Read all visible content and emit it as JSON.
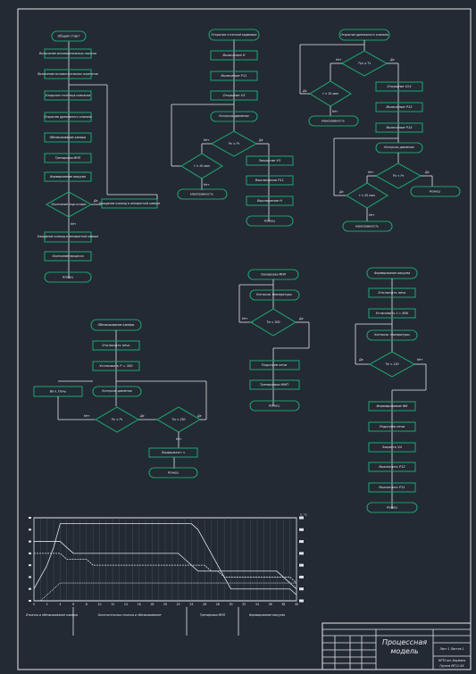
{
  "flowcharts": {
    "c1": {
      "start": "Общий старт",
      "s1": "Включение вспомогательных насосов",
      "s2": "Включение вспомогательных агрегатов",
      "s3": "Открытие отсечных клапанов",
      "s4": "Открытие дренажного клапана",
      "s5": "Обезвоживание камеры",
      "s6": "Тренировка МНП",
      "s7": "Формирование вакуума",
      "dec": "Окончание подготовки",
      "yes": "Да",
      "no": "Нет",
      "side": "Ожидание команд в аппаратной камере",
      "s8": "Ожидание команд в аппаратной камере",
      "s9": "Окончание процесса",
      "end": "Конец"
    },
    "c2": {
      "start": "Открытие отсечной задвижки",
      "s1": "Включение Н",
      "s2": "Включение Р11",
      "s3": "Открытие V3",
      "s4": "Контроль давления",
      "dec": "Pк < Pз",
      "yes": "Да",
      "no": "Нет",
      "time": "t < 10 мин",
      "fail": "Неисправность",
      "r1": "Закрытие V3",
      "r2": "Выключение Р11",
      "r3": "Выключение Н",
      "end": "Конец"
    },
    "c3": {
      "start": "Открытие дренажного клапана",
      "dec1": "Tср ≥ Tз",
      "yes": "Да",
      "no": "Нет",
      "time1": "t < 10 мин",
      "fail1": "Неисправность",
      "s1": "Открытие V14",
      "s2": "Включение Р12",
      "s3": "Включение Р14",
      "s4": "Контроль давления",
      "dec2": "Pк < Pз",
      "end": "Конец",
      "time2": "t < 20 мин",
      "fail2": "Неисправность"
    },
    "c4": {
      "start": "Тренировка МНП",
      "s1": "Контроль температуры",
      "dec": "Tм < 300",
      "yes": "Да",
      "no": "Нет",
      "s2": "Подогрев печи",
      "s3": "Тренировка МНП",
      "end": "Конец"
    },
    "c5": {
      "start": "Формирование вакуума",
      "s1": "Отключить печь",
      "s2": "Установить t = 600",
      "s3": "Контроль температуры",
      "dec": "Tм < 120",
      "yes": "Да",
      "no": "Нет",
      "s4": "Формирование ФК",
      "s5": "Подогрев печи",
      "s6": "Закрыть V4",
      "s7": "Выключить Р12",
      "s8": "Выключить Р11",
      "end": "Конец"
    },
    "c6": {
      "start": "Обезвоживание камеры",
      "s1": "Отключить печь",
      "s2": "Установить P = 350",
      "side": "Вкл. Печь",
      "s3": "Контроль давления",
      "dec1": "Pк < Pз",
      "dec2": "Tм < 250",
      "yes": "Да",
      "no": "Нет",
      "s4": "Выдержка t ч",
      "end": "Конец"
    }
  },
  "chart_data": {
    "type": "line",
    "title": "",
    "xlabel": "",
    "ylabel": "",
    "right_unit": "T, °C",
    "x": [
      0,
      1,
      2,
      3,
      4,
      5,
      6,
      7,
      8,
      9,
      10,
      11,
      12,
      13,
      14,
      15,
      16,
      17,
      18,
      19,
      20,
      21,
      22,
      23,
      24,
      25,
      26,
      27,
      28,
      29,
      30,
      31,
      32,
      33,
      34,
      35,
      36,
      37,
      38,
      39,
      40
    ],
    "series": [
      {
        "name": "",
        "values": [
          2,
          4,
          6,
          9,
          13,
          13,
          13,
          13,
          13,
          13,
          13,
          13,
          13,
          13,
          13,
          13,
          13,
          13,
          13,
          13,
          13,
          13,
          13,
          13,
          13,
          12,
          10,
          8,
          6,
          4,
          2,
          2,
          2,
          2,
          2,
          2,
          2,
          2,
          2,
          2,
          1
        ]
      },
      {
        "name": "",
        "values": [
          8,
          8,
          8,
          8,
          8,
          7,
          7,
          7,
          7,
          6,
          6,
          6,
          6,
          6,
          6,
          6,
          6,
          6,
          6,
          6,
          6,
          6,
          6,
          6,
          6,
          6,
          6,
          5,
          5,
          4,
          4,
          4,
          4,
          4,
          4,
          4,
          4,
          4,
          4,
          4,
          3
        ]
      },
      {
        "name": "",
        "values": [
          10,
          10,
          10,
          10,
          10,
          9,
          8,
          8,
          8,
          8,
          8,
          8,
          8,
          8,
          8,
          8,
          8,
          8,
          8,
          8,
          8,
          8,
          8,
          7,
          6,
          5,
          5,
          5,
          5,
          5,
          5,
          5,
          5,
          5,
          5,
          5,
          5,
          5,
          4,
          3,
          2
        ]
      },
      {
        "name": "",
        "values": [
          0,
          0,
          1,
          2,
          3,
          3,
          3,
          3,
          3,
          3,
          3,
          3,
          3,
          3,
          3,
          3,
          3,
          3,
          3,
          3,
          3,
          3,
          3,
          3,
          3,
          3,
          3,
          3,
          3,
          3,
          3,
          3,
          3,
          3,
          3,
          3,
          3,
          3,
          3,
          3,
          3
        ]
      }
    ],
    "ylim": [
      0,
      14
    ],
    "phases": [
      "Откачка и обезвоживание камеры",
      "Окончательная откачка и обезвоживание",
      "Тренировка МНП",
      "Формирование вакуума"
    ]
  },
  "stamp": {
    "title_line1": "Процессная",
    "title_line2": "модель",
    "sheet_info": "Лист 1  Листов 1",
    "org": "МГТУ им. Баумана",
    "group": "Группа МТ11-XX"
  },
  "colors": {
    "background": "#232a33",
    "shape_stroke": "#1f9d6e",
    "line": "#dfe4e8"
  }
}
